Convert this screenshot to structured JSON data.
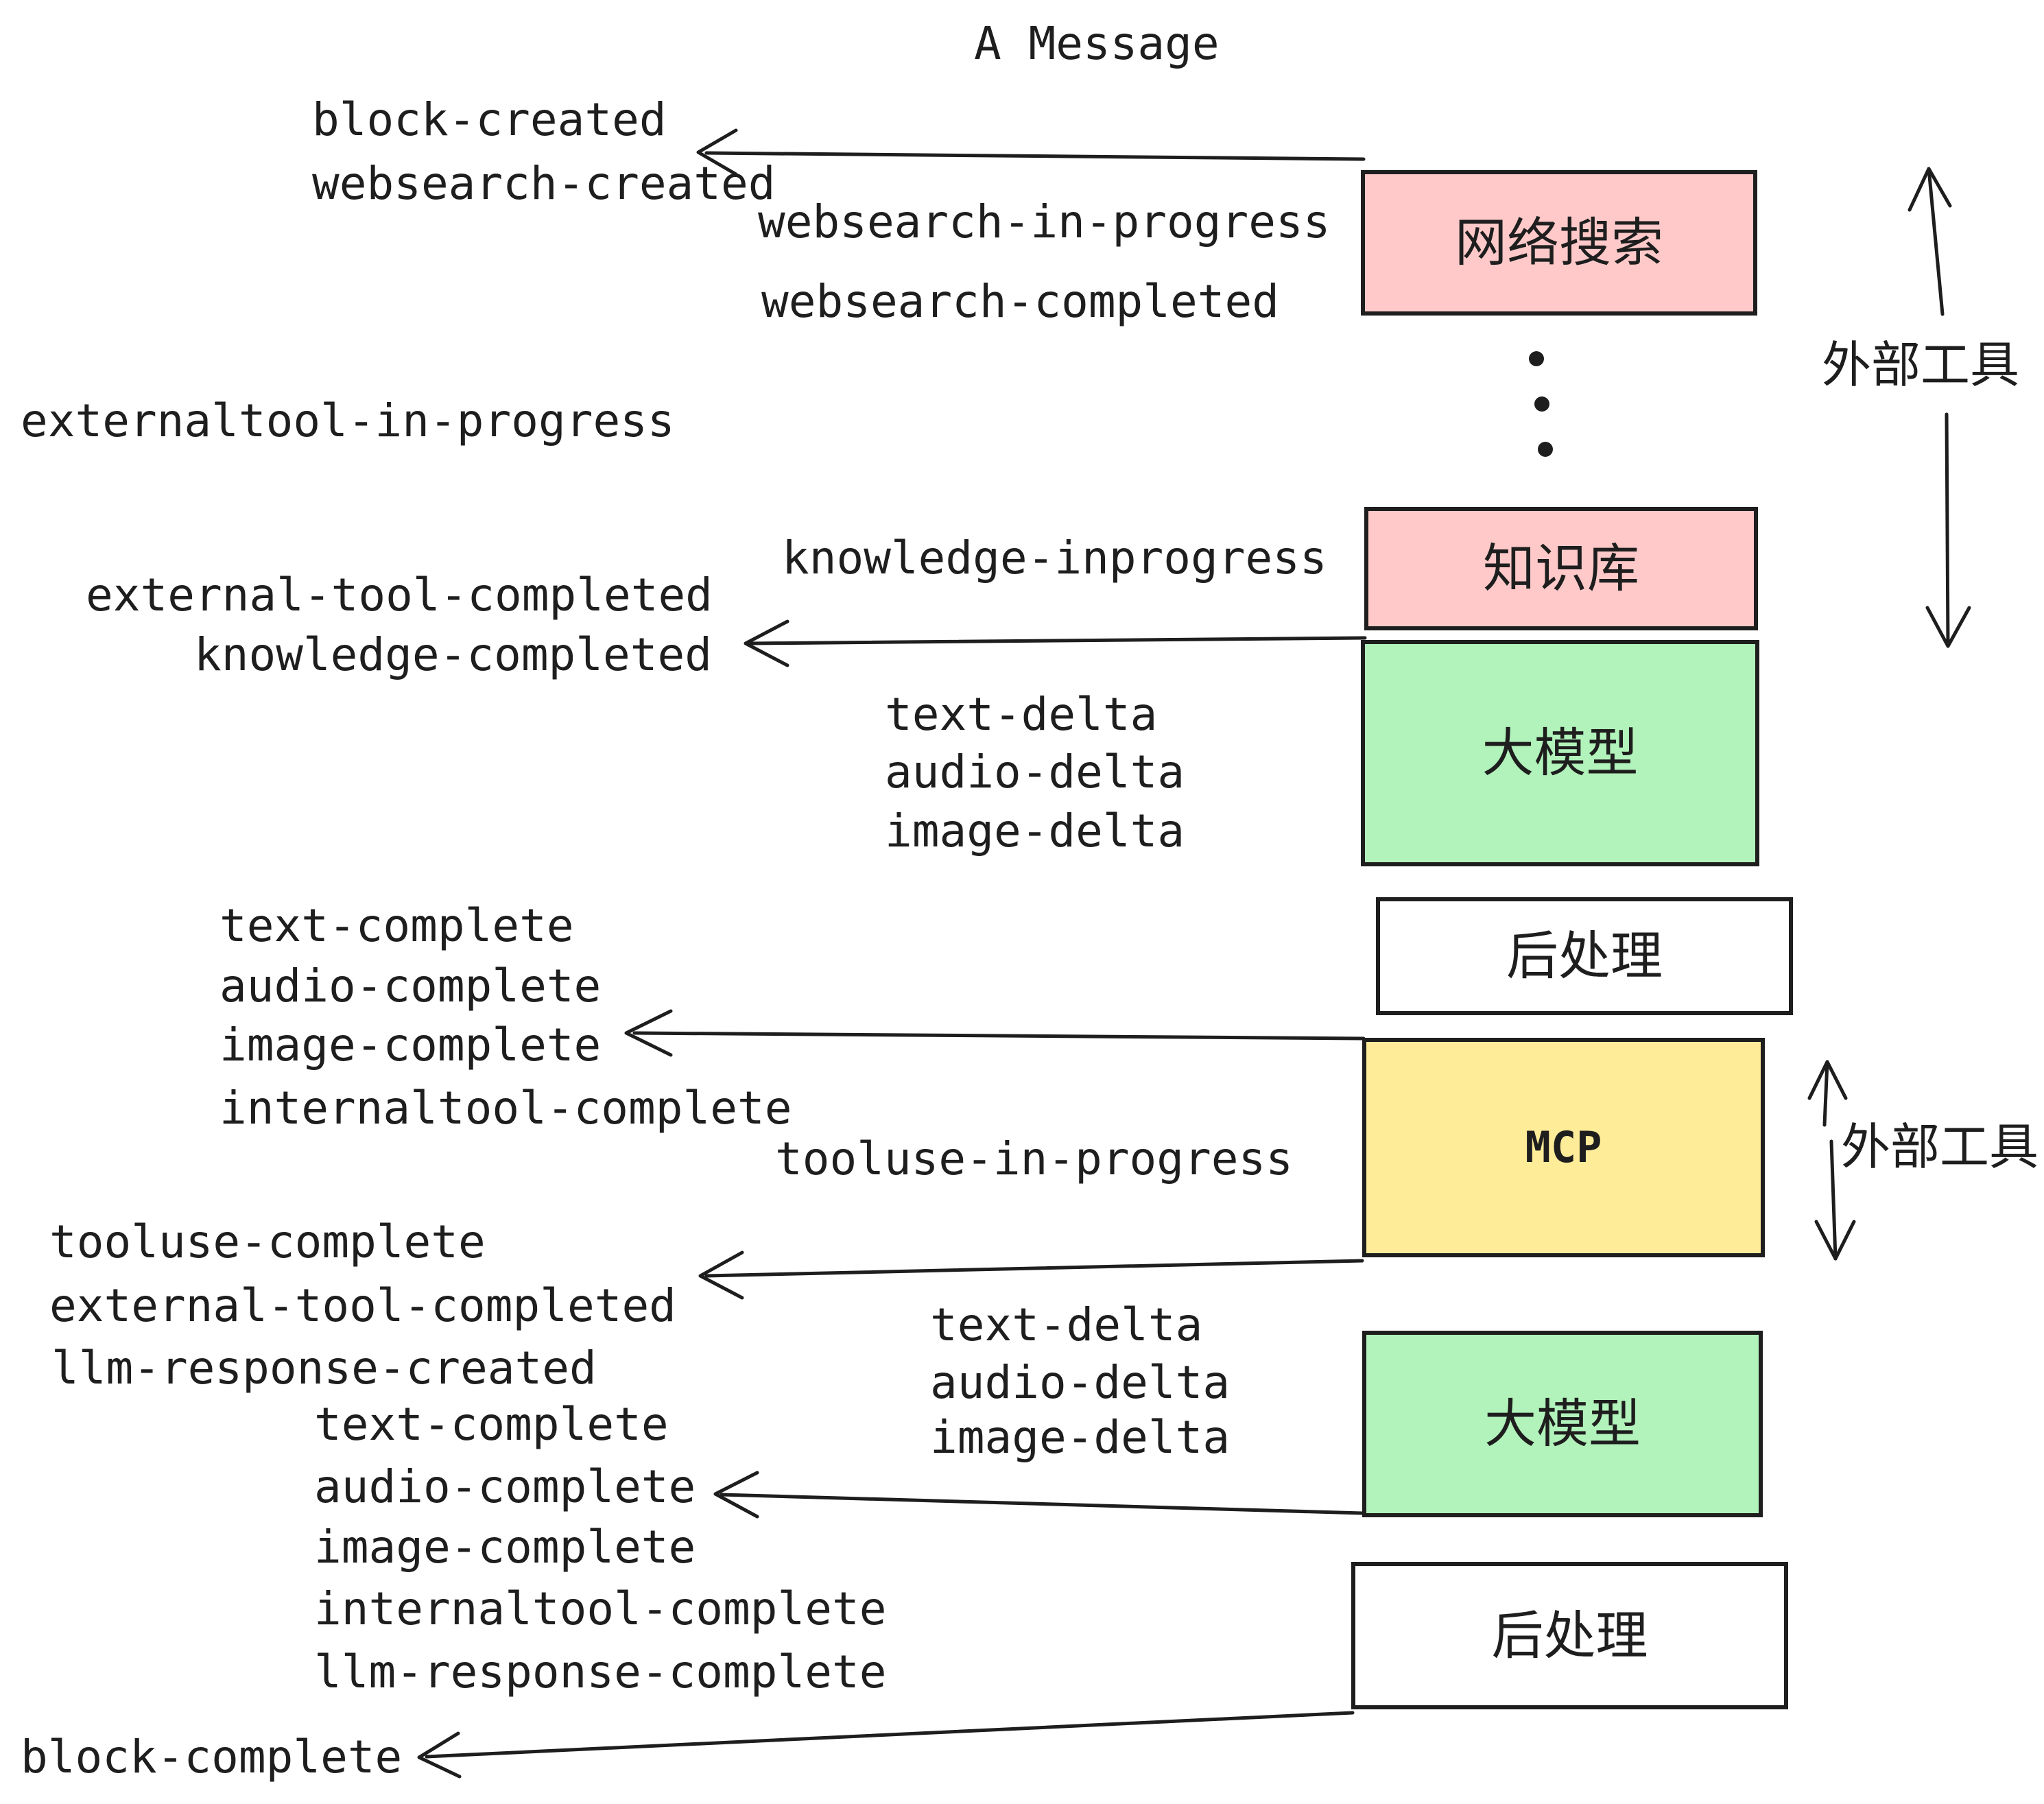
{
  "title": "A Message",
  "colors": {
    "ink": "#1e1e1e",
    "pink": "#ffc9c9",
    "green": "#b2f2bb",
    "yellow": "#ffec99",
    "white": "#ffffff",
    "background": "#ffffff"
  },
  "boxes": [
    {
      "label": "网络搜索",
      "color": "#ffc9c9"
    },
    {
      "label": "知识库",
      "color": "#ffc9c9"
    },
    {
      "label": "大模型",
      "color": "#b2f2bb"
    },
    {
      "label": "后处理",
      "color": "#ffffff"
    },
    {
      "label": "MCP",
      "color": "#ffec99"
    },
    {
      "label": "大模型",
      "color": "#b2f2bb"
    },
    {
      "label": "后处理",
      "color": "#ffffff"
    }
  ],
  "side_labels": {
    "external_tools_top": "外部工具",
    "external_tools_mid": "外部工具"
  },
  "events": [
    {
      "text": "block-created"
    },
    {
      "text": "websearch-created"
    },
    {
      "text": "websearch-in-progress"
    },
    {
      "text": "websearch-completed"
    },
    {
      "text": "externaltool-in-progress"
    },
    {
      "text": "knowledge-inprogress"
    },
    {
      "text": "external-tool-completed"
    },
    {
      "text": "knowledge-completed"
    },
    {
      "text": "text-delta"
    },
    {
      "text": "audio-delta"
    },
    {
      "text": "image-delta"
    },
    {
      "text": "text-complete"
    },
    {
      "text": "audio-complete"
    },
    {
      "text": "image-complete"
    },
    {
      "text": "internaltool-complete"
    },
    {
      "text": "tooluse-in-progress"
    },
    {
      "text": "tooluse-complete"
    },
    {
      "text": "external-tool-completed"
    },
    {
      "text": "llm-response-created"
    },
    {
      "text": "text-complete"
    },
    {
      "text": "audio-complete"
    },
    {
      "text": "image-complete"
    },
    {
      "text": "internaltool-complete"
    },
    {
      "text": "llm-response-complete"
    },
    {
      "text": "text-delta"
    },
    {
      "text": "audio-delta"
    },
    {
      "text": "image-delta"
    },
    {
      "text": "block-complete"
    }
  ]
}
